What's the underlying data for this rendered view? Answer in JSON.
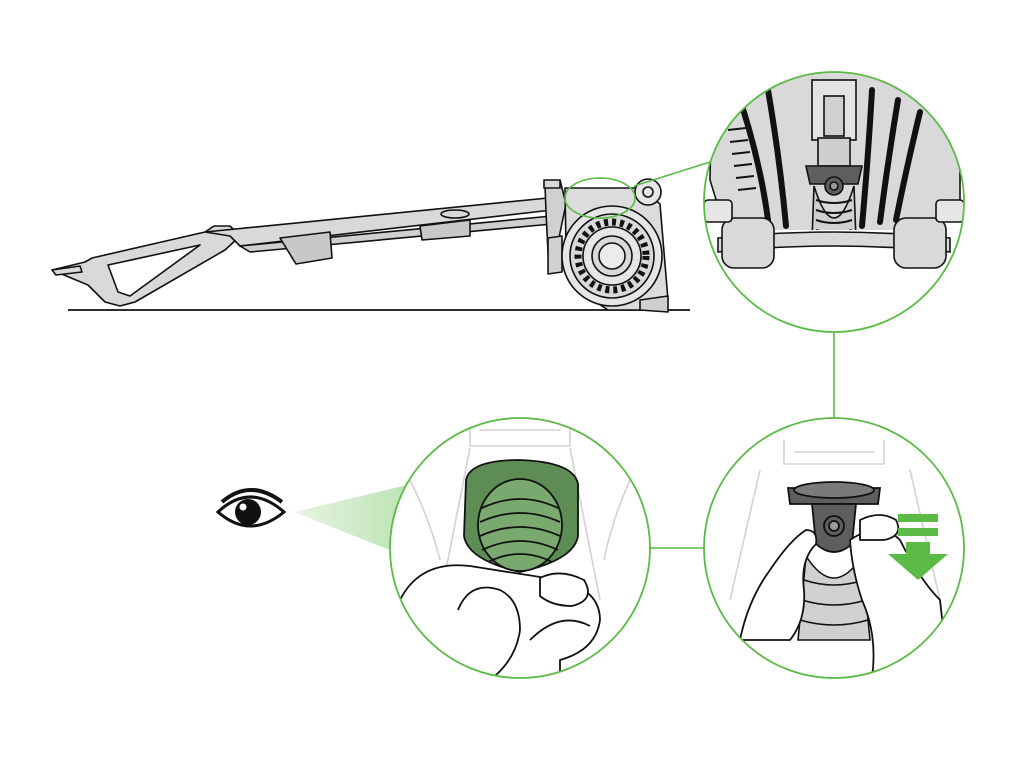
{
  "diagram": {
    "accent_color": "#5cba47",
    "line_color": "#111111",
    "part_fill": "#d9d9d9",
    "part_dark": "#5e5e5e",
    "icons": [
      "eye-icon",
      "pull-down-arrow-icon"
    ],
    "panels": [
      "machine-side-view",
      "zoom-underside-detail",
      "inspect-hose-detail",
      "remove-part-detail"
    ]
  }
}
